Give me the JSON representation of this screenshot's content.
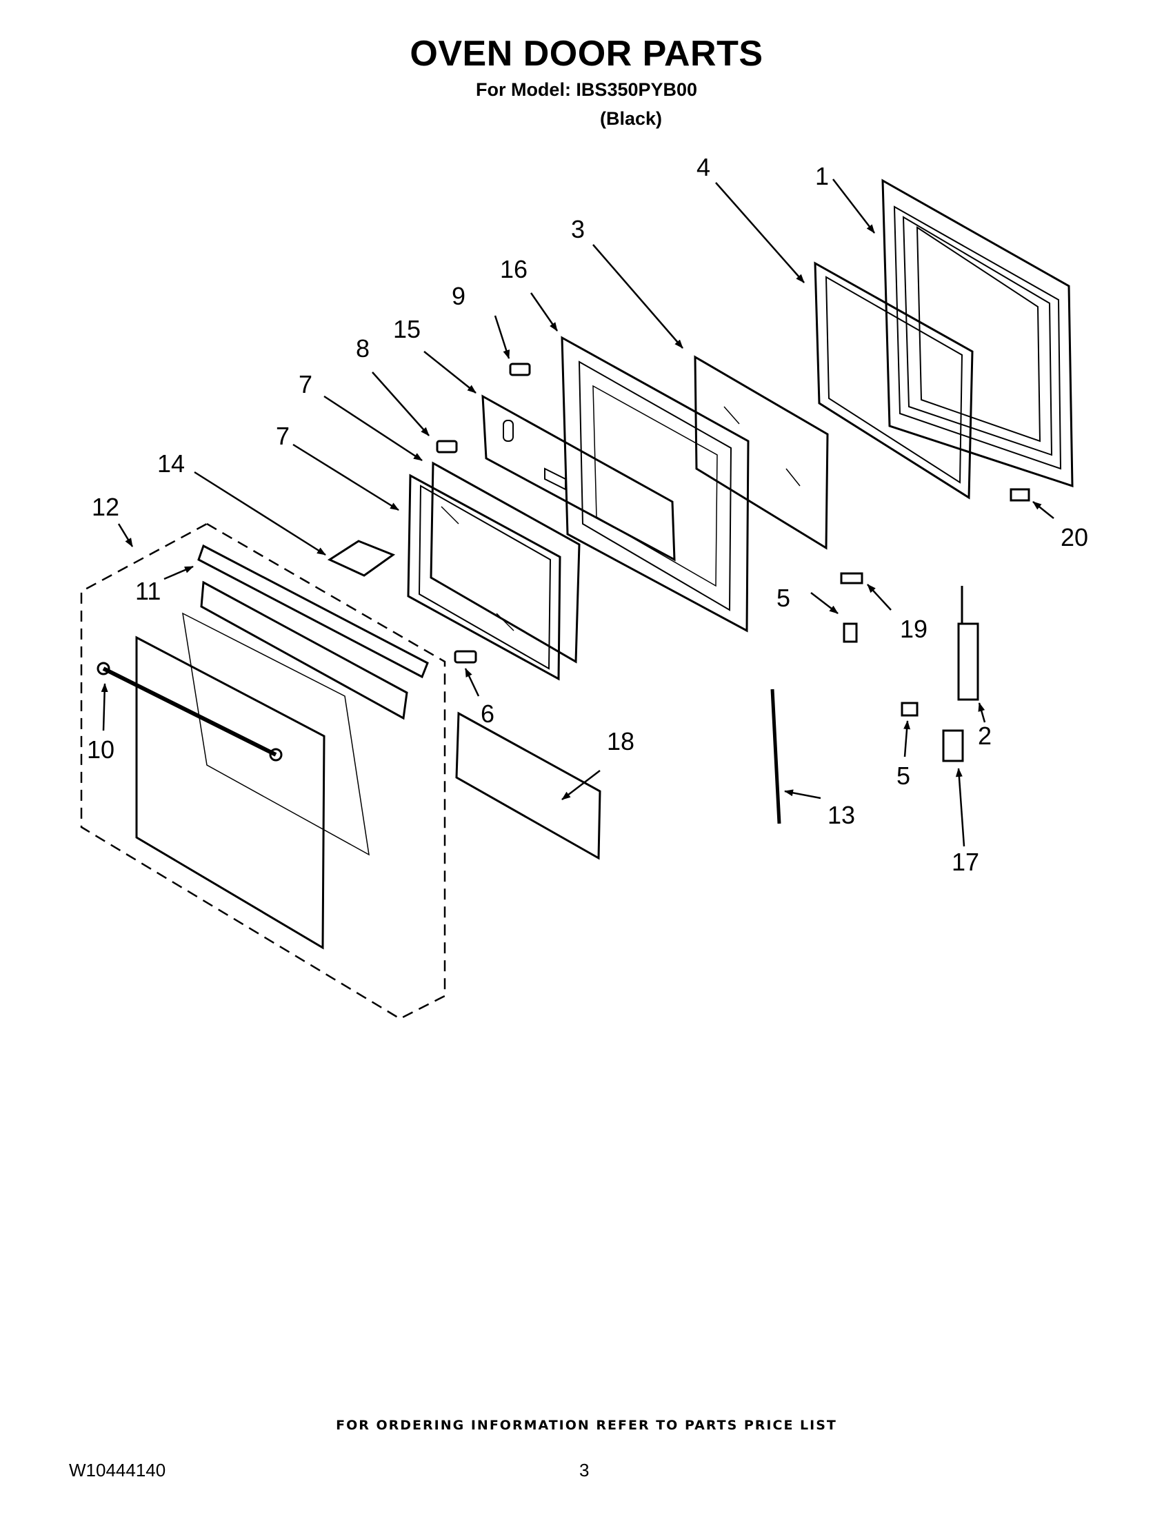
{
  "header": {
    "title": "OVEN DOOR PARTS",
    "model_line": "For Model: IBS350PYB00",
    "color_line": "(Black)"
  },
  "callouts": {
    "c1": "1",
    "c2": "2",
    "c3": "3",
    "c4": "4",
    "c5a": "5",
    "c5b": "5",
    "c6": "6",
    "c7a": "7",
    "c7b": "7",
    "c8": "8",
    "c9": "9",
    "c10": "10",
    "c11": "11",
    "c12": "12",
    "c13": "13",
    "c14": "14",
    "c15": "15",
    "c16": "16",
    "c17": "17",
    "c18": "18",
    "c19": "19",
    "c20": "20"
  },
  "footer": {
    "ordering_note": "FOR ORDERING INFORMATION REFER TO PARTS PRICE LIST",
    "doc_number": "W10444140",
    "page_number": "3"
  }
}
